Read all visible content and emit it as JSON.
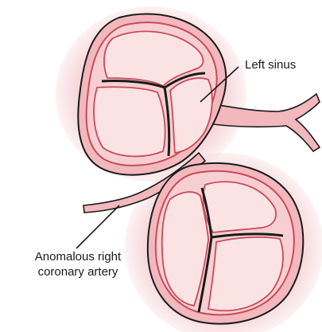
{
  "labels": {
    "left_sinus": "Left sinus",
    "anomalous_line1": "Anomalous right",
    "anomalous_line2": "coronary artery"
  },
  "colors": {
    "outer_glow": "#f6d7da",
    "vessel_fill": "#f2b8bd",
    "vessel_wall": "#c94a5a",
    "cusp_fill": "#f7cfd2",
    "cusp_inner": "#fbe3e4",
    "outline": "#1a1a1a",
    "leader": "#1a1a1a"
  }
}
